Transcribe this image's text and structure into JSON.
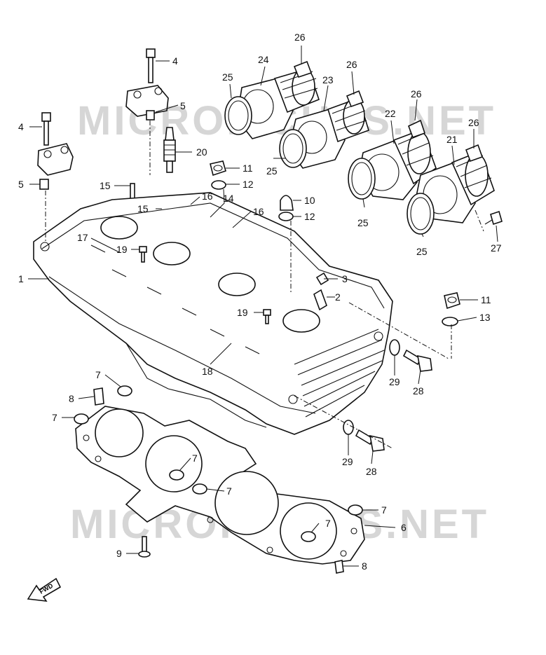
{
  "watermarks": [
    "MICROFICHES.NET",
    "MICROFICHES.NET"
  ],
  "fwd_label": "FWD",
  "callouts": [
    {
      "id": "c26a",
      "text": "26"
    },
    {
      "id": "c24",
      "text": "24"
    },
    {
      "id": "c26b",
      "text": "26"
    },
    {
      "id": "c23",
      "text": "23"
    },
    {
      "id": "c25a",
      "text": "25"
    },
    {
      "id": "c26c",
      "text": "26"
    },
    {
      "id": "c22",
      "text": "22"
    },
    {
      "id": "c26d",
      "text": "26"
    },
    {
      "id": "c21",
      "text": "21"
    },
    {
      "id": "c25b",
      "text": "25"
    },
    {
      "id": "c25c",
      "text": "25"
    },
    {
      "id": "c25d",
      "text": "25"
    },
    {
      "id": "c27",
      "text": "27"
    },
    {
      "id": "c4a",
      "text": "4"
    },
    {
      "id": "c5a",
      "text": "5"
    },
    {
      "id": "c4b",
      "text": "4"
    },
    {
      "id": "c5b",
      "text": "5"
    },
    {
      "id": "c20",
      "text": "20"
    },
    {
      "id": "c11a",
      "text": "11"
    },
    {
      "id": "c12a",
      "text": "12"
    },
    {
      "id": "c15a",
      "text": "15"
    },
    {
      "id": "c16a",
      "text": "16"
    },
    {
      "id": "c14",
      "text": "14"
    },
    {
      "id": "c15b",
      "text": "15"
    },
    {
      "id": "c10",
      "text": "10"
    },
    {
      "id": "c16b",
      "text": "16"
    },
    {
      "id": "c12b",
      "text": "12"
    },
    {
      "id": "c17",
      "text": "17"
    },
    {
      "id": "c19a",
      "text": "19"
    },
    {
      "id": "c1",
      "text": "1"
    },
    {
      "id": "c3",
      "text": "3"
    },
    {
      "id": "c2",
      "text": "2"
    },
    {
      "id": "c11b",
      "text": "11"
    },
    {
      "id": "c19b",
      "text": "19"
    },
    {
      "id": "c13",
      "text": "13"
    },
    {
      "id": "c18",
      "text": "18"
    },
    {
      "id": "c29a",
      "text": "29"
    },
    {
      "id": "c28a",
      "text": "28"
    },
    {
      "id": "c7a",
      "text": "7"
    },
    {
      "id": "c8a",
      "text": "8"
    },
    {
      "id": "c7b",
      "text": "7"
    },
    {
      "id": "c7c",
      "text": "7"
    },
    {
      "id": "c7d",
      "text": "7"
    },
    {
      "id": "c29b",
      "text": "29"
    },
    {
      "id": "c28b",
      "text": "28"
    },
    {
      "id": "c7e",
      "text": "7"
    },
    {
      "id": "c7f",
      "text": "7"
    },
    {
      "id": "c6",
      "text": "6"
    },
    {
      "id": "c9",
      "text": "9"
    },
    {
      "id": "c8b",
      "text": "8"
    }
  ]
}
